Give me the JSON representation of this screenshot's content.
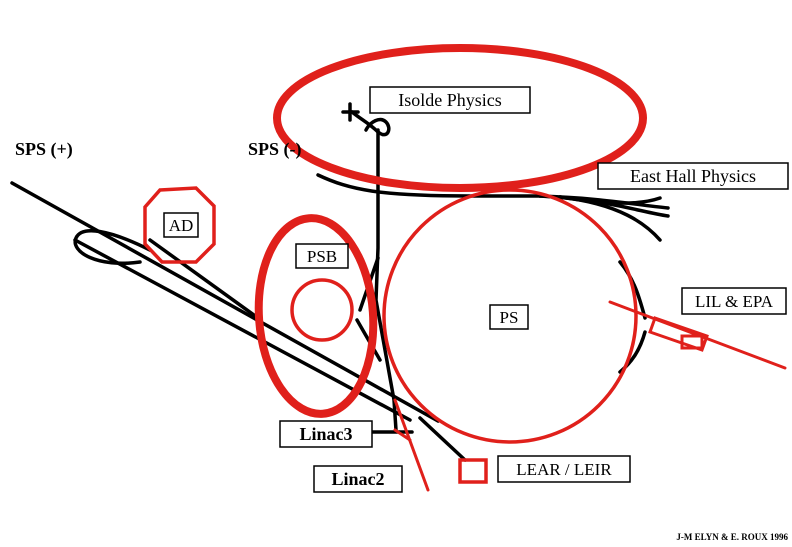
{
  "labels": {
    "isolde": "Isolde Physics",
    "sps_plus": "SPS (+)",
    "sps_minus": "SPS (-)",
    "east_hall": "East Hall Physics",
    "ad": "AD",
    "psb": "PSB",
    "ps": "PS",
    "lil_epa": "LIL & EPA",
    "linac3": "Linac3",
    "linac2": "Linac2",
    "lear_leir": "LEAR / LEIR",
    "credit": "J-M ELYN & E. ROUX 1996"
  },
  "colors": {
    "beamline": "#000000",
    "machine": "#e0201b",
    "highlight": "#e0201b",
    "background": "#ffffff"
  }
}
